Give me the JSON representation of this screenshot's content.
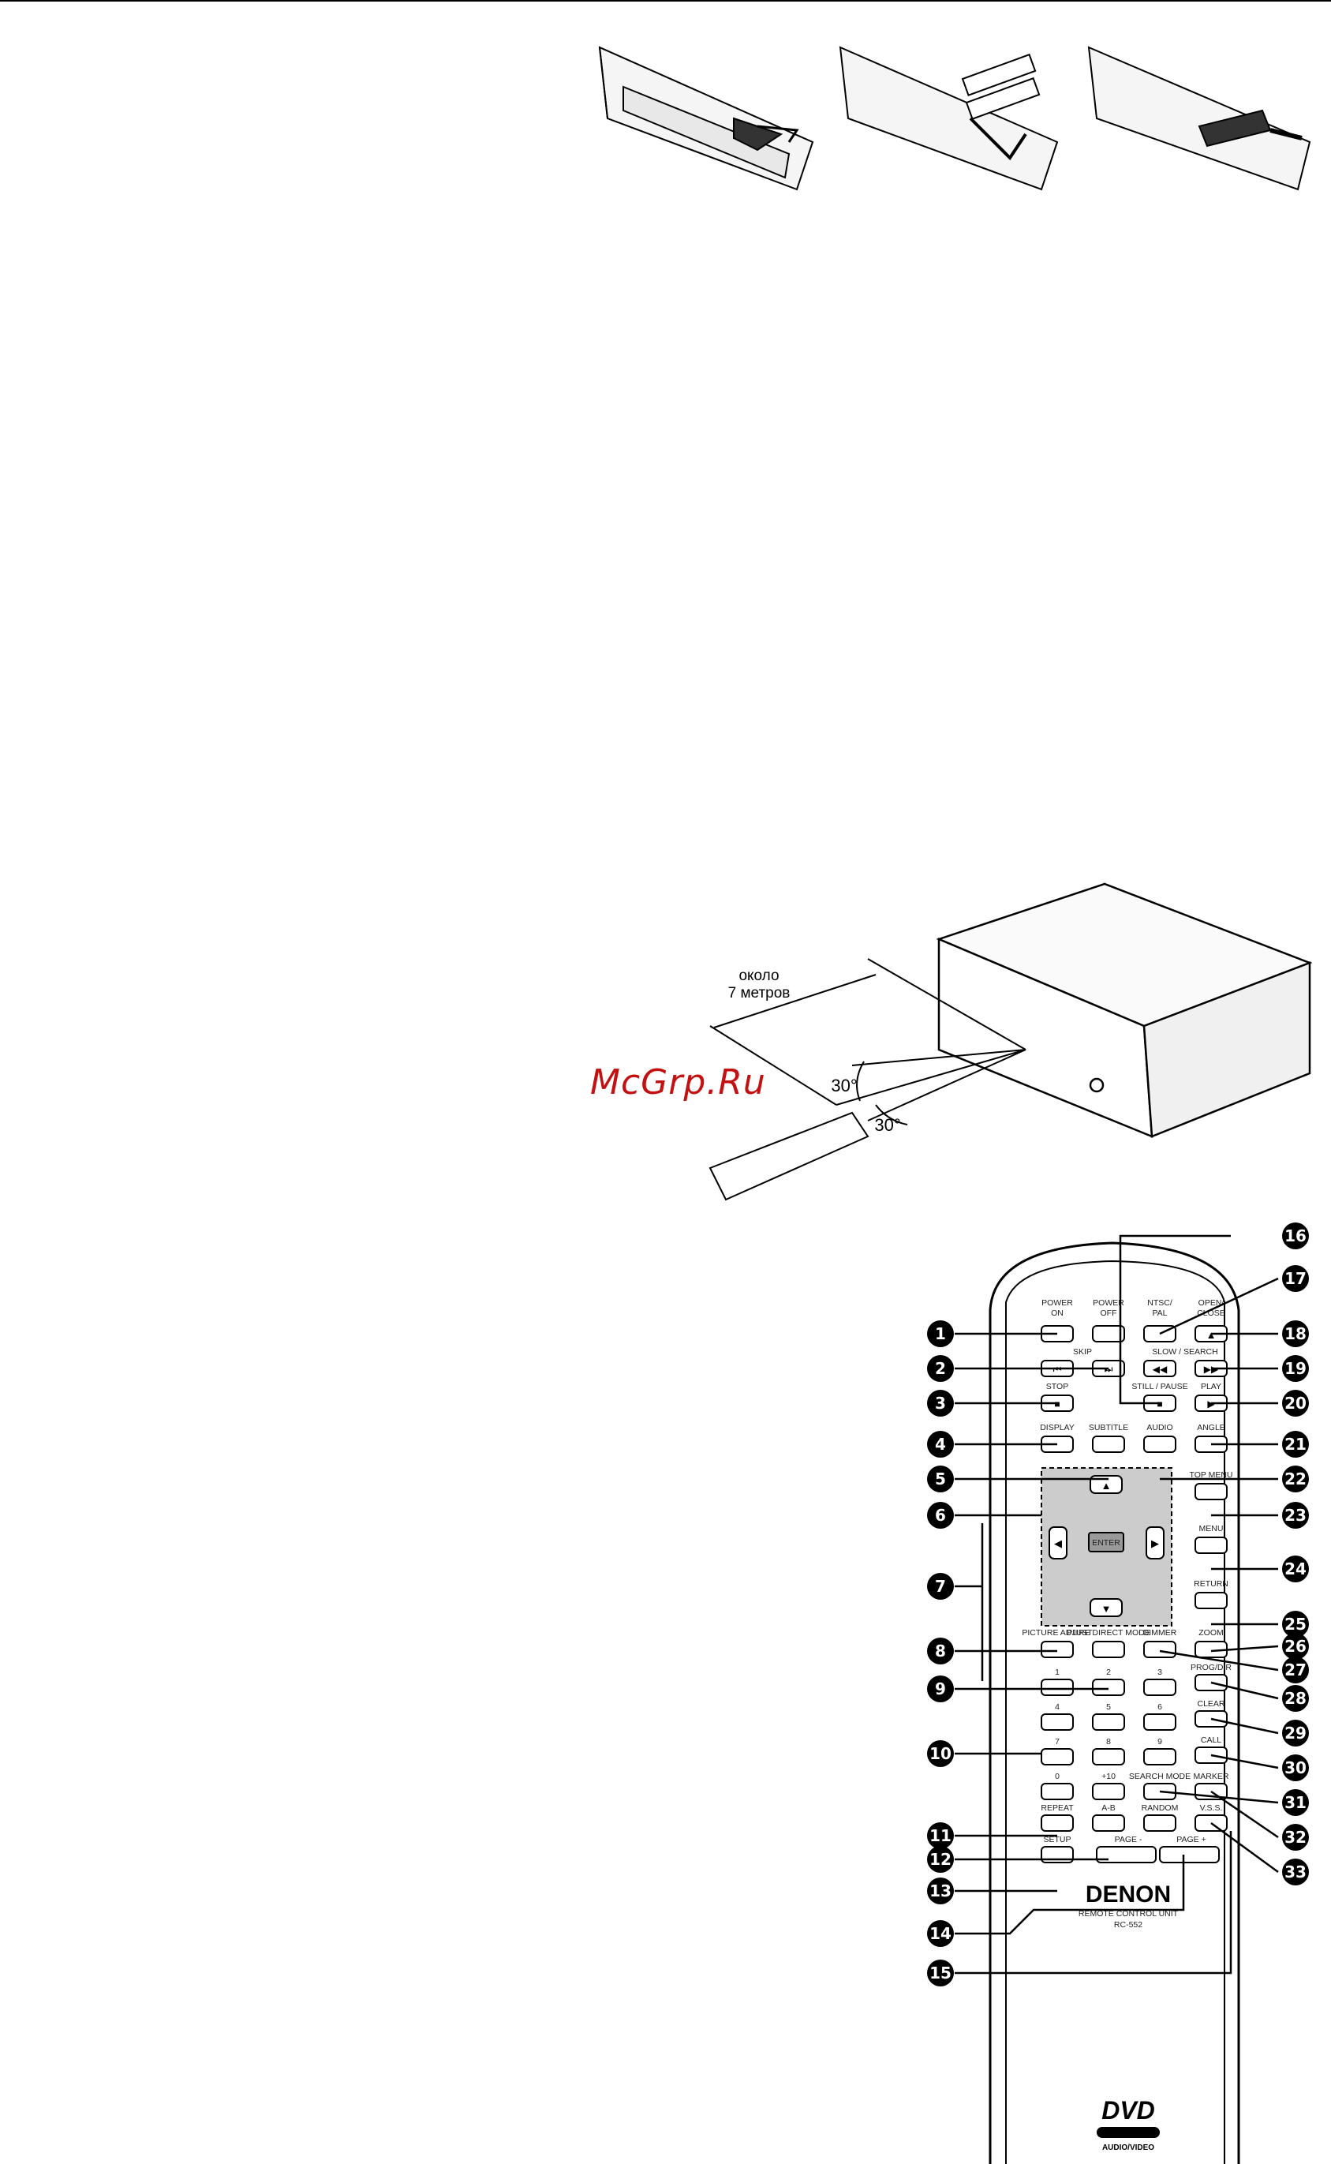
{
  "watermark": "McGrp.Ru",
  "range_diagram": {
    "distance_line1": "около",
    "distance_line2": "7 метров",
    "angle_upper": "30°",
    "angle_lower": "30°"
  },
  "remote": {
    "buttons": {
      "power_on": "POWER\nON",
      "power_off": "POWER\nOFF",
      "ntsc_pal": "NTSC/\nPAL",
      "open_close": "OPEN/\nCLOSE",
      "skip": "SKIP",
      "slow_search": "SLOW / SEARCH",
      "stop": "STOP",
      "still_pause": "STILL / PAUSE",
      "play": "PLAY",
      "display": "DISPLAY",
      "subtitle": "SUBTITLE",
      "audio": "AUDIO",
      "angle": "ANGLE",
      "top_menu": "TOP MENU",
      "enter": "ENTER",
      "menu": "MENU",
      "return": "RETURN",
      "picture_adjust": "PICTURE ADJUST",
      "pure_direct": "PURE DIRECT MODE",
      "dimmer": "DIMMER",
      "zoom": "ZOOM",
      "prog_dir": "PROG/DIR",
      "clear": "CLEAR",
      "call": "CALL",
      "search_mode": "SEARCH MODE",
      "marker": "MARKER",
      "repeat": "REPEAT",
      "a_b": "A-B",
      "random": "RANDOM",
      "vss": "V.S.S.",
      "setup": "SETUP",
      "page_minus": "PAGE -",
      "page_plus": "PAGE +"
    },
    "digits": [
      "1",
      "2",
      "3",
      "4",
      "5",
      "6",
      "7",
      "8",
      "9",
      "0",
      "+10"
    ],
    "brand": "DENON",
    "unit_line1": "REMOTE CONTROL UNIT",
    "unit_line2": "RC-552",
    "dvd_logo": "DVD",
    "dvd_sub": "AUDIO/VIDEO"
  },
  "callouts": [
    "1",
    "2",
    "3",
    "4",
    "5",
    "6",
    "7",
    "8",
    "9",
    "10",
    "11",
    "12",
    "13",
    "14",
    "15",
    "16",
    "17",
    "18",
    "19",
    "20",
    "21",
    "22",
    "23",
    "24",
    "25",
    "26",
    "27",
    "28",
    "29",
    "30",
    "31",
    "32",
    "33"
  ]
}
